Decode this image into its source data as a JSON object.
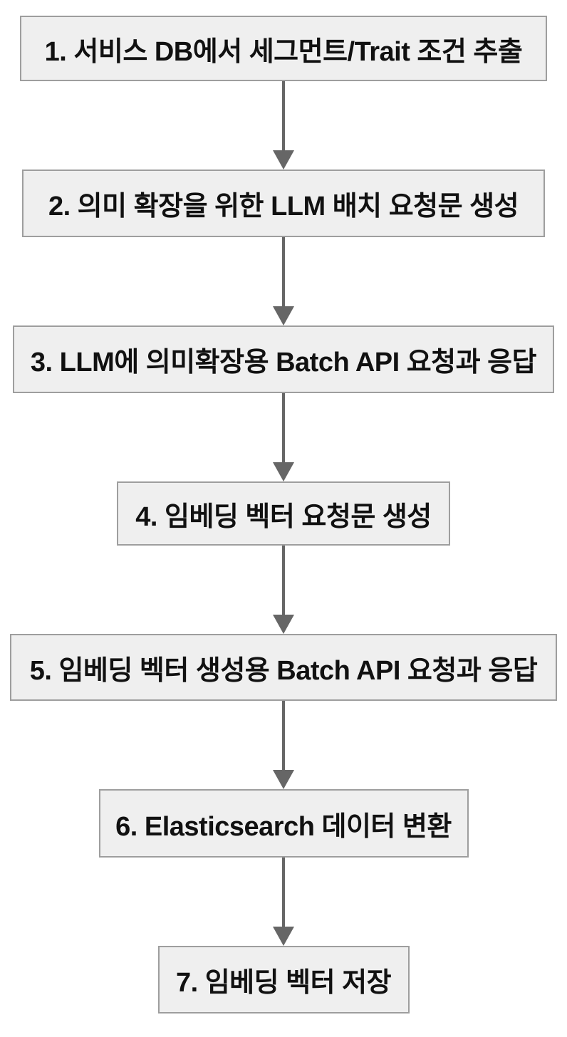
{
  "diagram": {
    "type": "flowchart",
    "direction": "top-down",
    "steps": [
      "1. 서비스 DB에서 세그먼트/Trait 조건 추출",
      "2. 의미 확장을 위한 LLM 배치 요청문 생성",
      "3. LLM에 의미확장용 Batch API 요청과 응답",
      "4. 임베딩 벡터 요청문 생성",
      "5. 임베딩 벡터 생성용 Batch API 요청과 응답",
      "6. Elasticsearch 데이터 변환",
      "7. 임베딩 벡터 저장"
    ]
  },
  "colors": {
    "box_fill": "#efefef",
    "box_border": "#9e9e9e",
    "arrow": "#666666",
    "text": "#111111",
    "background": "#ffffff"
  }
}
